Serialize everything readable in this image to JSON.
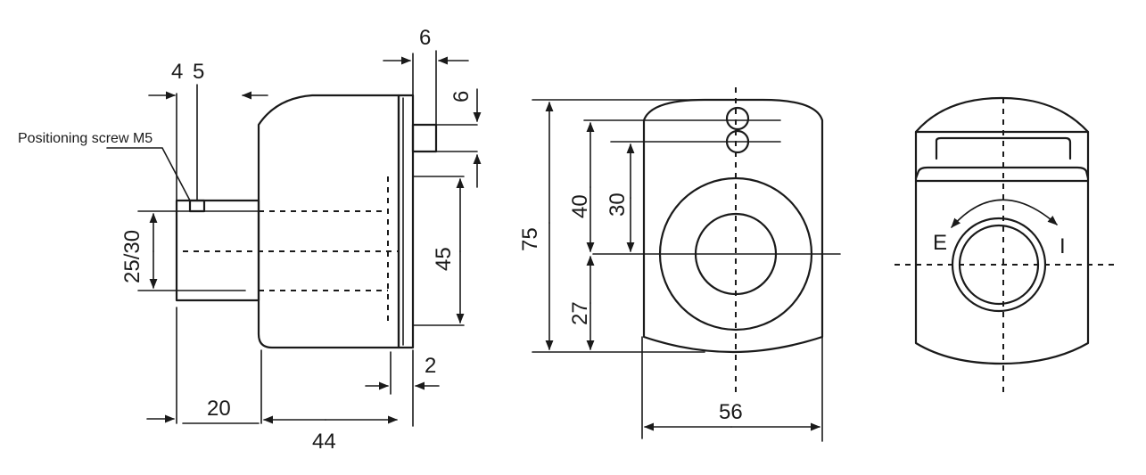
{
  "labels": {
    "positioning_screw": "Positioning screw M5",
    "dim_4": "4",
    "dim_5": "5",
    "dim_6_top": "6",
    "dim_6_side": "6",
    "dim_25_30": "25/30",
    "dim_45": "45",
    "dim_2": "2",
    "dim_20": "20",
    "dim_44": "44",
    "dim_75": "75",
    "dim_40": "40",
    "dim_30": "30",
    "dim_27": "27",
    "dim_56": "56",
    "switch_e": "E",
    "switch_i": "I"
  }
}
